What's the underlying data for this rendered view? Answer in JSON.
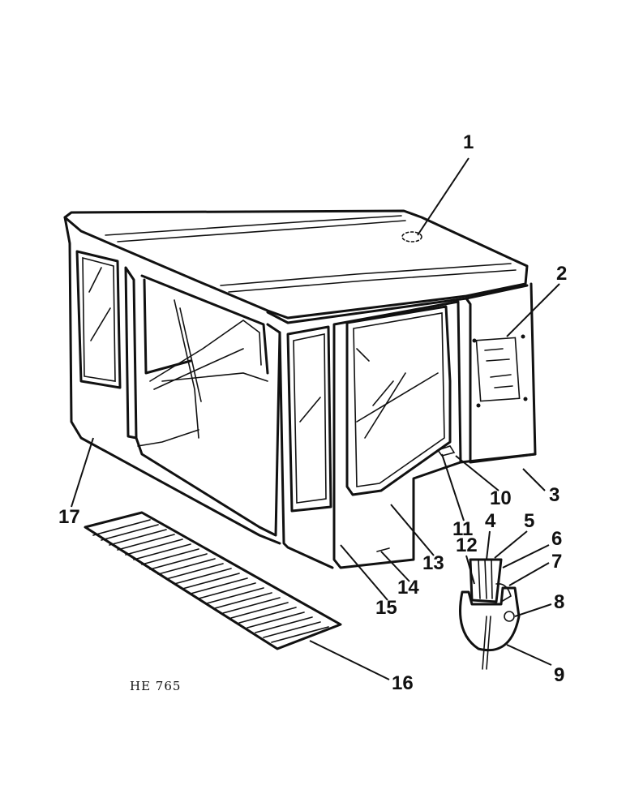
{
  "diagram": {
    "figure_code": "HE 765",
    "callouts": [
      "1",
      "2",
      "3",
      "4",
      "5",
      "6",
      "7",
      "8",
      "9",
      "10",
      "11",
      "12",
      "13",
      "14",
      "15",
      "16",
      "17"
    ]
  }
}
